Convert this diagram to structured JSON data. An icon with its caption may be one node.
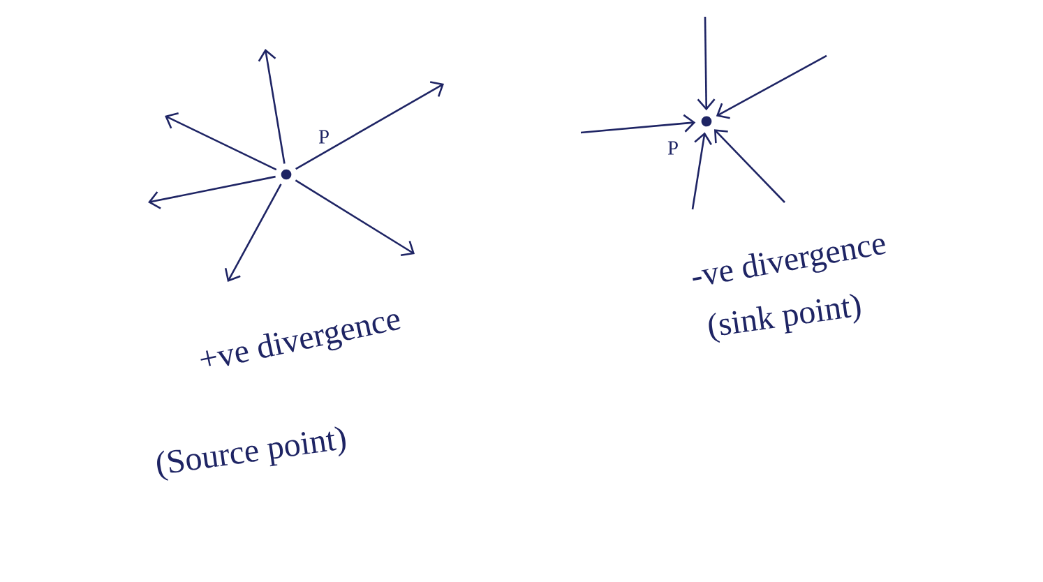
{
  "diagram": {
    "nodes": [
      {
        "text": [],
        "shape": "circle",
        "beside": [
          "P"
        ]
      },
      {
        "text": [],
        "shape": "circle",
        "beside": [
          "P"
        ]
      }
    ],
    "edges": [
      {
        "from": 0,
        "to": null,
        "arrow": "to"
      },
      {
        "from": 0,
        "to": null,
        "arrow": "to"
      },
      {
        "from": 0,
        "to": null,
        "arrow": "to"
      },
      {
        "from": 0,
        "to": null,
        "arrow": "to"
      },
      {
        "from": 0,
        "to": null,
        "arrow": "to"
      },
      {
        "from": 0,
        "to": null,
        "arrow": "to"
      },
      {
        "from": null,
        "to": 1,
        "arrow": "to"
      },
      {
        "from": null,
        "to": 1,
        "arrow": "to"
      },
      {
        "from": null,
        "to": 1,
        "arrow": "to"
      },
      {
        "from": null,
        "to": 1,
        "arrow": "to"
      },
      {
        "from": null,
        "to": 1,
        "arrow": "to"
      }
    ],
    "labels": [
      "+ve divergence",
      "(Source point)",
      "-ve divergence",
      "(sink point)"
    ]
  }
}
